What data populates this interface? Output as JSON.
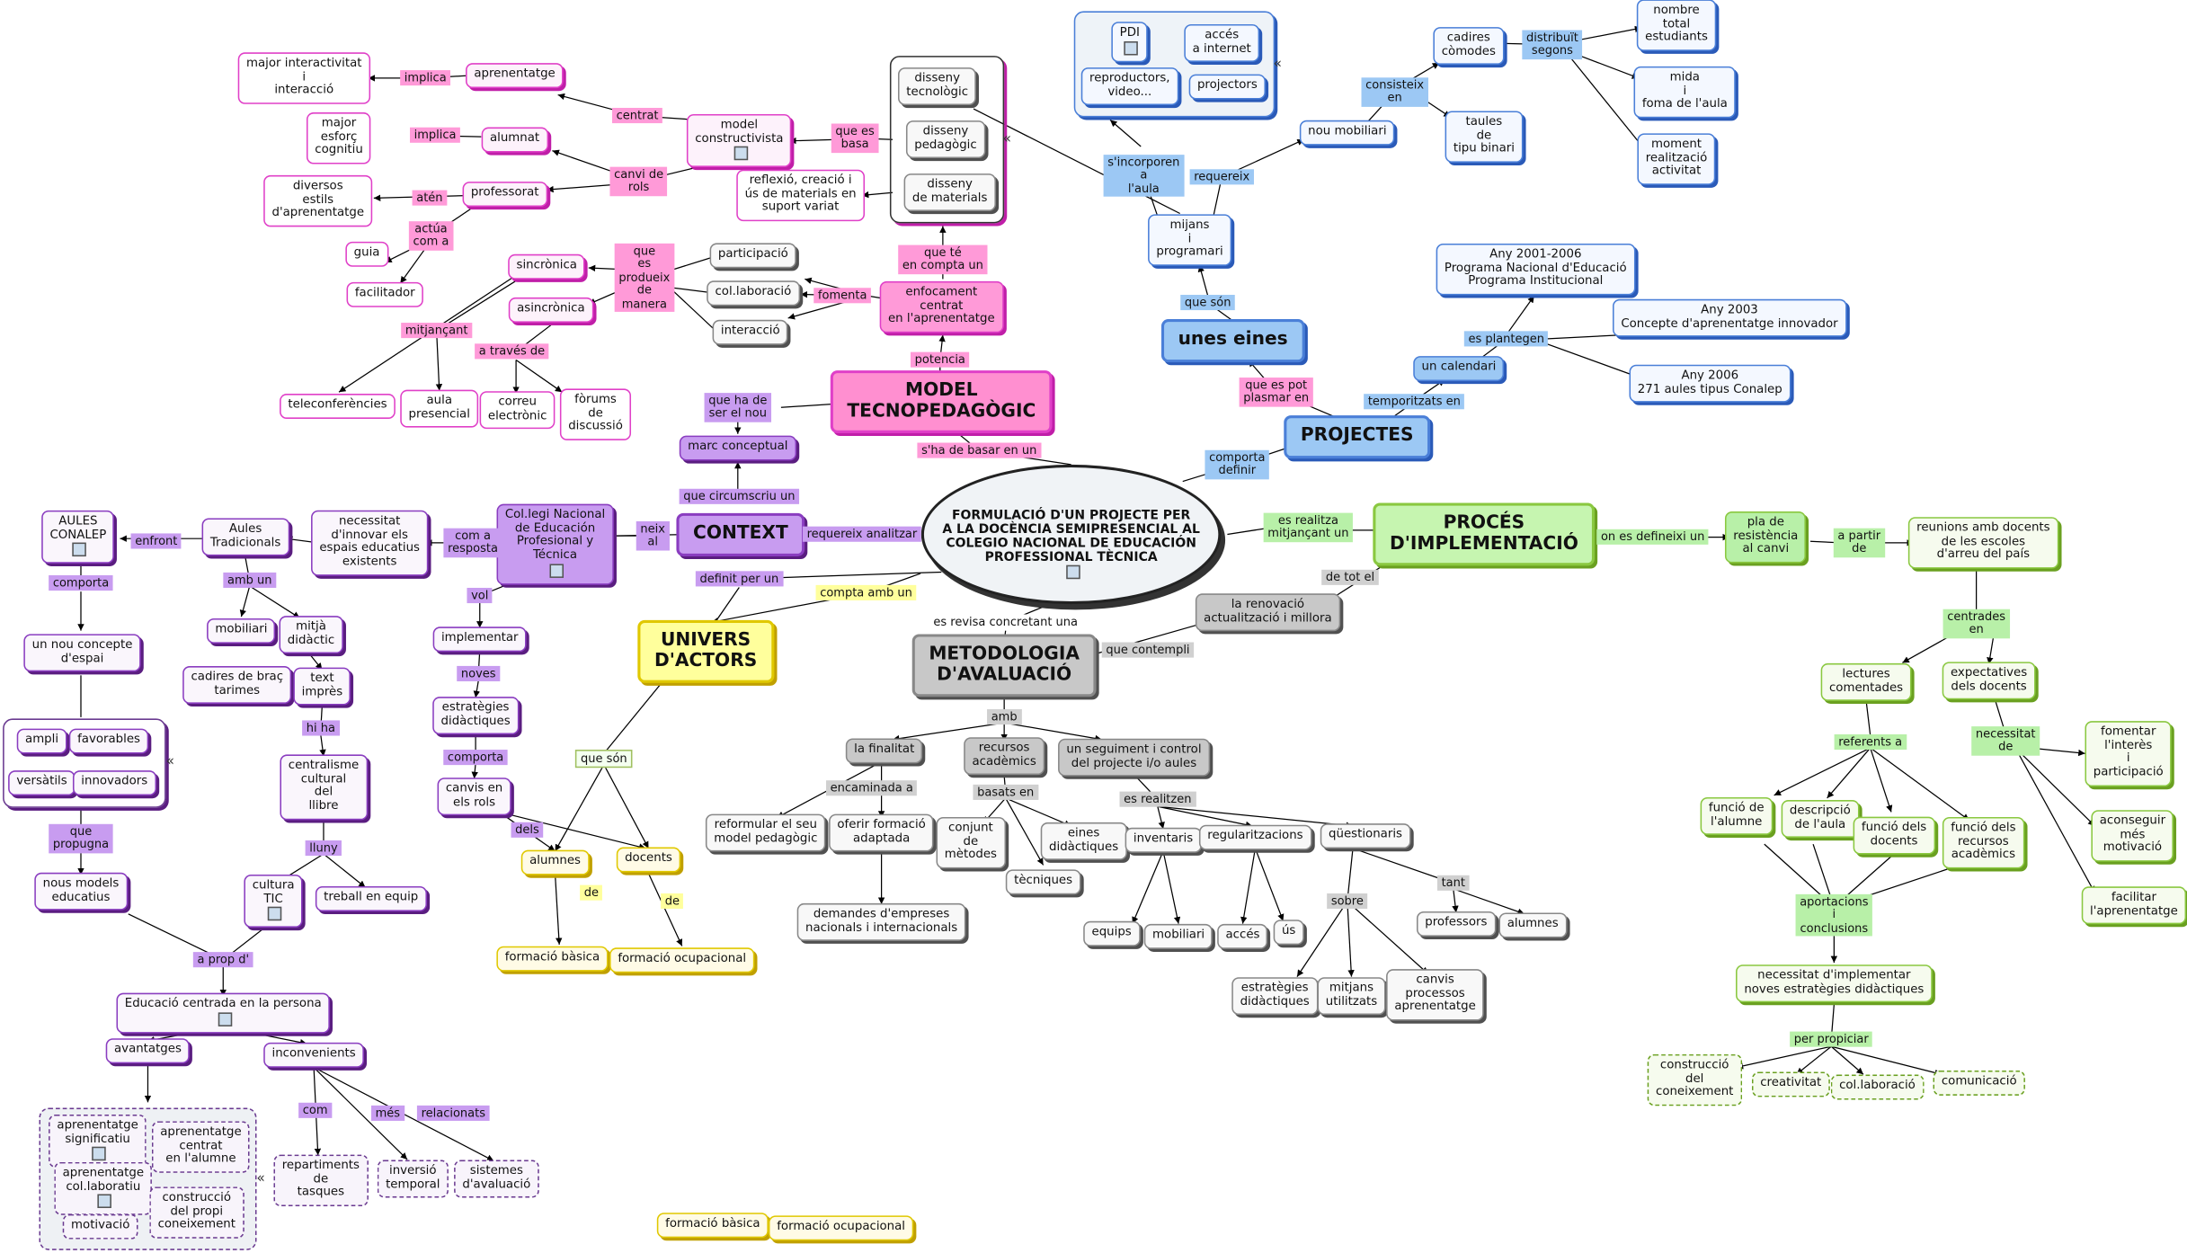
{
  "root": "FORMULACIÓ D'UN PROJECTE PER\nA LA DOCÈNCIA SEMIPRESENCIAL AL\nCOLEGIO NACIONAL DE EDUCACIÓN\nPROFESSIONAL TÈCNICA",
  "model": {
    "title": "MODEL\nTECNOPEDAGÒGIC",
    "l_sha_de_basar": "s'ha de basar en un",
    "l_potencia": "potencia",
    "enfocament": "enfocament\ncentrat\nen l'aprenentatge",
    "l_que_te": "que té\nen compta un",
    "disseny_tec": "disseny\ntecnològic",
    "disseny_ped": "disseny\npedagògic",
    "disseny_mat": "disseny\nde materials",
    "l_que_es_basa": "que es\nbasa",
    "model_constr": "model\nconstructivista",
    "reflexio": "reflexió, creació i\nús de materials en\nsuport variat",
    "l_centrat": "centrat",
    "l_canvi_rols": "canvi de\nrols",
    "aprenentatge": "aprenentatge",
    "alumnat": "alumnat",
    "professorat": "professorat",
    "l_implica1": "implica",
    "l_implica2": "implica",
    "l_aten": "atén",
    "major_inter": "major interactivitat\ni\ninteracció",
    "major_esforc": "major\nesforç\ncognitiu",
    "diversos": "diversos\nestils\nd'aprenentatge",
    "l_actua": "actúa\ncom a",
    "guia": "guia",
    "facilitador": "facilitador",
    "l_fomenta": "fomenta",
    "participacio": "participació",
    "colaboracio": "col.laboració",
    "interaccio": "interacció",
    "l_que_es_produeix": "que\nes\nprodueix\nde\nmanera",
    "sincronica": "sincrònica",
    "asincronica": "asincrònica",
    "l_mitjancant": "mitjançant",
    "l_a_traves": "a través de",
    "teleconf": "teleconferències",
    "aula_pres": "aula\npresencial",
    "correu": "correu\nelectrònic",
    "forums": "fòrums\nde\ndiscussió",
    "l_que_ha_de": "que ha de\nser el nou",
    "marc": "marc conceptual",
    "l_circumscriu": "que circumscriu un"
  },
  "context": {
    "title": "CONTEXT",
    "l_requereix": "requereix analitzar",
    "l_neix": "neix\nal",
    "colegi": "Col.legi Nacional\nde Educación\nProfesional y\nTécnica",
    "l_com_a_resposta": "com a\nresposta",
    "necessitat": "necessitat\nd'innovar els\nespais educatius\nexistents",
    "aules_trad": "Aules\nTradicionals",
    "l_enfront": "enfront",
    "aules_conalep": "AULES\nCONALEP",
    "l_comporta": "comporta",
    "nou_concepte": "un nou concepte\nd'espai",
    "ampli": "ampli",
    "favorables": "favorables",
    "versatils": "versàtils",
    "innovadors": "innovadors",
    "l_que_propugna": "que\npropugna",
    "nous_models": "nous models\neducatius",
    "l_amb_un": "amb un",
    "mobiliari": "mobiliari",
    "mitja": "mitjà\ndidàctic",
    "cadires_brac": "cadires de braç\ntarimes",
    "text_impres": "text\nimprès",
    "l_hi_ha": "hi ha",
    "centralisme": "centralisme\ncultural\ndel\nllibre",
    "l_lluny": "lluny",
    "cultura_tic": "cultura\nTIC",
    "treball_equip": "treball en equip",
    "l_a_prop": "a prop d'",
    "educacio": "Educació centrada en la persona",
    "avantatges": "avantatges",
    "inconvenients": "inconvenients",
    "ap_signif": "aprenentatge\nsignificatiu",
    "ap_centrat": "aprenentatge\ncentrat\nen l'alumne",
    "ap_colab": "aprenentatge\ncol.laboratiu",
    "construccio": "construcció\ndel propi\nconeixement",
    "motivacio": "motivació",
    "l_com": "com",
    "l_mes": "més",
    "l_relacionats": "relacionats",
    "repartiments": "repartiments\nde\ntasques",
    "inversio": "inversió\ntemporal",
    "sistemes": "sistemes\nd'avaluació",
    "l_vol": "vol",
    "implementar": "implementar",
    "l_noves": "noves",
    "estrategies": "estratègies\ndidàctiques",
    "l_comporta2": "comporta",
    "canvis_rols": "canvis en\nels rols",
    "l_dels": "dels"
  },
  "actors": {
    "title": "UNIVERS\nD'ACTORS",
    "l_compta": "compta amb un",
    "l_definit": "definit per un",
    "l_que_son": "que són",
    "alumnes": "alumnes",
    "docents": "docents",
    "l_de1": "de",
    "l_de2": "de",
    "formacio_basica": "formació bàsica",
    "formacio_ocup": "formació ocupacional",
    "formacio_basica2": "formació bàsica",
    "formacio_ocup2": "formació ocupacional"
  },
  "metodologia": {
    "title": "METODOLOGIA\nD'AVALUACIÓ",
    "l_es_revisa": "es revisa concretant una",
    "l_que_contempli": "que contempli",
    "renovacio": "la renovació\nactualització i millora",
    "l_de_tot_el": "de tot el",
    "l_amb": "amb",
    "finalitat": "la finalitat",
    "recursos": "recursos\nacadèmics",
    "seguiment": "un seguiment i control\ndel projecte i/o aules",
    "l_encaminada": "encaminada a",
    "reformular": "reformular el seu\nmodel pedagògic",
    "oferir": "oferir formació\nadaptada",
    "demandes": "demandes d'empreses\nnacionals i internacionals",
    "l_basats": "basats en",
    "conjunt": "conjunt\nde\nmètodes",
    "eines": "eines\ndidàctiques",
    "tecniques": "tècniques",
    "l_es_realitzen": "es realitzen",
    "inventaris": "inventaris",
    "regularitzacions": "regularitzacions",
    "questionaris": "qüestionaris",
    "equips": "equips",
    "mobiliari": "mobiliari",
    "acces": "accés",
    "us": "ús",
    "l_sobre": "sobre",
    "l_tant": "tant",
    "professors": "professors",
    "alumnes": "alumnes",
    "estrategies": "estratègies\ndidàctiques",
    "mitjans": "mitjans\nutilitzats",
    "canvis": "canvis\nprocessos\naprenentatge"
  },
  "projectes": {
    "title": "PROJECTES",
    "l_comporta_definir": "comporta\ndefinir",
    "l_que_es_pot": "que es pot\nplasmar en",
    "unes_eines": "unes eines",
    "l_que_son": "que són",
    "mijans": "mijans\ni\nprogramari",
    "l_sincorporen": "s'incorporen\na\nl'aula",
    "pdi": "PDI",
    "acces_internet": "accés\na internet",
    "reproductors": "reproductors,\nvideo...",
    "projectors": "projectors",
    "l_requereix": "requereix",
    "nou_mobiliari": "nou mobiliari",
    "l_consisteix": "consisteix\nen",
    "cadires": "cadires\ncòmodes",
    "taules": "taules\nde\ntipu binari",
    "l_distribuit": "distribuït\nsegons",
    "nombre": "nombre\ntotal\nestudiants",
    "mida": "mida\ni\nfoma de l'aula",
    "moment": "moment\nrealització\nactivitat",
    "l_temporitzats": "temporitzats en",
    "calendari": "un calendari",
    "l_es_plantegen": "es plantegen",
    "any2001": "Any 2001-2006\nPrograma Nacional d'Educació\nPrograma Institucional",
    "any2003": "Any 2003\nConcepte d'aprenentatge innovador",
    "any2006": "Any 2006\n271 aules tipus Conalep"
  },
  "proces": {
    "title": "PROCÉS\nD'IMPLEMENTACIÓ",
    "l_es_realitza": "es realitza\nmitjançant un",
    "l_on_es_defineix": "on es defineixi un",
    "pla": "pla de\nresistència\nal canvi",
    "l_a_partir": "a partir\nde",
    "reunions": "reunions amb docents\nde les escoles\nd'arreu del país",
    "l_centrades": "centrades\nen",
    "lectures": "lectures\ncomentades",
    "expectatives": "expectatives\ndels docents",
    "l_referents": "referents a",
    "funcio_alumne": "funció de\nl'alumne",
    "descripcio": "descripció\nde l'aula",
    "funcio_docents": "funció dels\ndocents",
    "funcio_recursos": "funció dels\nrecursos\nacadèmics",
    "l_necessitat": "necessitat\nde",
    "fomentar": "fomentar\nl'interès\ni\nparticipació",
    "aconseguir": "aconseguir\nmés\nmotivació",
    "facilitar": "facilitar\nl'aprenentatge",
    "l_aportacions": "aportacions\ni\nconclusions",
    "necessitat_impl": "necessitat d'implementar\nnoves estratègies didàctiques",
    "l_per_propiciar": "per propiciar",
    "construccio": "construcció\ndel\nconeixement",
    "creativitat": "creativitat",
    "colaboracio": "col.laboració",
    "comunicacio": "comunicació"
  }
}
